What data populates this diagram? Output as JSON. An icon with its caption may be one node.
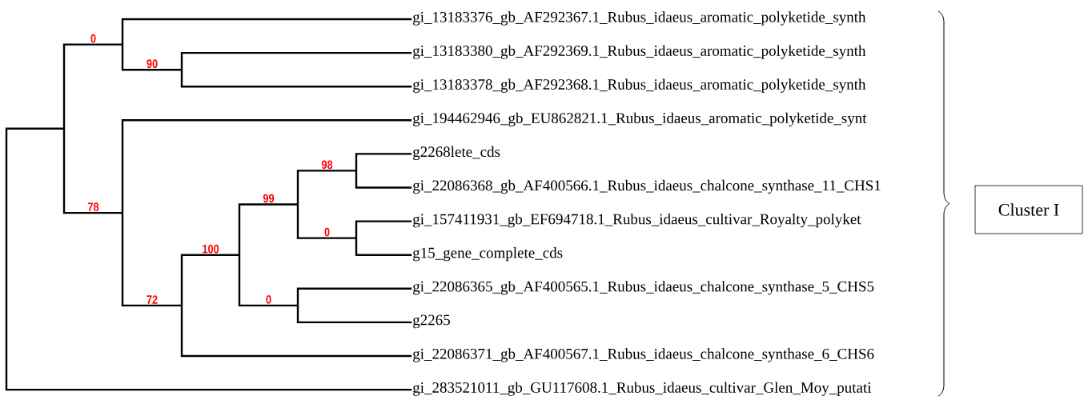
{
  "diagram": {
    "nodes": [
      {
        "text": [
          "Cluster I"
        ]
      }
    ],
    "labels": [
      "gi_13183376_gb_AF292367.1_Rubus_idaeus_aromatic_polyketide_synth",
      "gi_13183380_gb_AF292369.1_Rubus_idaeus_aromatic_polyketide_synth",
      "gi_13183378_gb_AF292368.1_Rubus_idaeus_aromatic_polyketide_synth",
      "gi_194462946_gb_EU862821.1_Rubus_idaeus_aromatic_polyketide_synt",
      "g2268lete_cds",
      "gi_22086368_gb_AF400566.1_Rubus_idaeus_chalcone_synthase_11_CHS1",
      "gi_157411931_gb_EF694718.1_Rubus_idaeus_cultivar_Royalty_polyket",
      "g15_gene_complete_cds",
      "gi_22086365_gb_AF400565.1_Rubus_idaeus_chalcone_synthase_5_CHS5",
      "g2265",
      "gi_22086371_gb_AF400567.1_Rubus_idaeus_chalcone_synthase_6_CHS6",
      "gi_283521011_gb_GU117608.1_Rubus_idaeus_cultivar_Glen_Moy_putati",
      "0",
      "90",
      "98",
      "99",
      "78",
      "0",
      "100",
      "72",
      "0"
    ]
  }
}
